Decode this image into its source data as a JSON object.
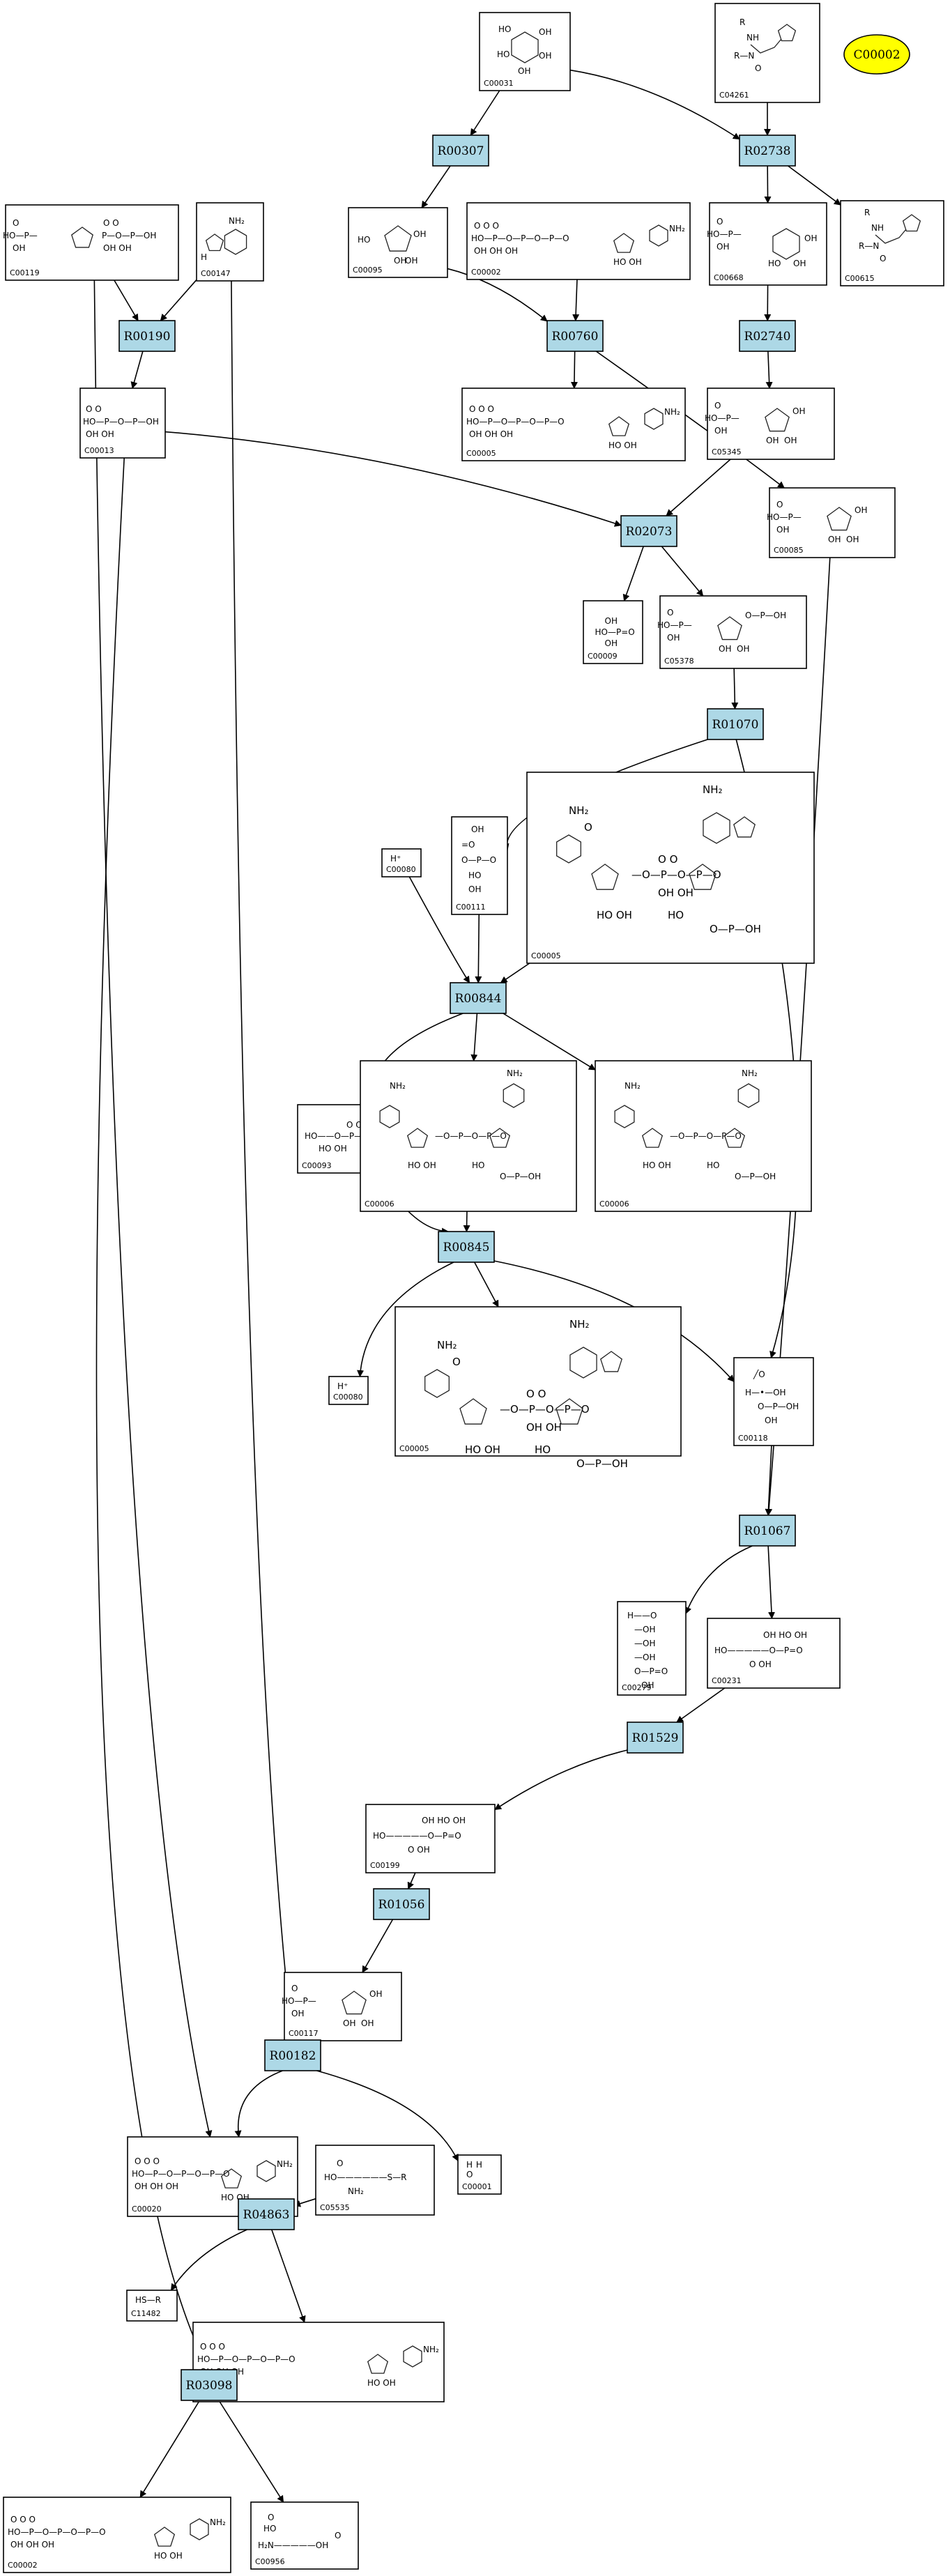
{
  "legend": {
    "label": "C00002",
    "color": "#ffff00"
  },
  "colors": {
    "reaction_fill": "#add8e6",
    "compound_fill": "#ffffff",
    "stroke": "#000000"
  },
  "reactions": [
    {
      "id": "R00307"
    },
    {
      "id": "R02738"
    },
    {
      "id": "R00190"
    },
    {
      "id": "R00760"
    },
    {
      "id": "R02740"
    },
    {
      "id": "R02073"
    },
    {
      "id": "R01070"
    },
    {
      "id": "R00844"
    },
    {
      "id": "R00845"
    },
    {
      "id": "R01067"
    },
    {
      "id": "R01529"
    },
    {
      "id": "R01056"
    },
    {
      "id": "R00182"
    },
    {
      "id": "R04863"
    },
    {
      "id": "R03098"
    }
  ],
  "compounds": [
    {
      "id": "C00031",
      "mol": "hexose"
    },
    {
      "id": "C04261",
      "mol": "peptide"
    },
    {
      "id": "C00119",
      "mol": "prpp"
    },
    {
      "id": "C00147",
      "mol": "adenine"
    },
    {
      "id": "C00095",
      "mol": "furanose"
    },
    {
      "id": "C00002",
      "mol": "atp"
    },
    {
      "id": "C00668",
      "mol": "hexose-p"
    },
    {
      "id": "C00615",
      "mol": "peptide"
    },
    {
      "id": "C00005",
      "mol": "nucleotide"
    },
    {
      "id": "C00013",
      "mol": "ppi"
    },
    {
      "id": "C05345",
      "mol": "furanose-p"
    },
    {
      "id": "C00085",
      "mol": "furanose-p"
    },
    {
      "id": "C00009",
      "mol": "pi"
    },
    {
      "id": "C05378",
      "mol": "bisphosphate"
    },
    {
      "id": "C00080",
      "text": "H⁺"
    },
    {
      "id": "C00111",
      "mol": "dhap"
    },
    {
      "id": "C00005",
      "mol": "nadph"
    },
    {
      "id": "C00093",
      "mol": "glycerol-p"
    },
    {
      "id": "C00006",
      "mol": "nadp"
    },
    {
      "id": "C00006",
      "mol": "nadp"
    },
    {
      "id": "C00080",
      "text": "H⁺"
    },
    {
      "id": "C00005",
      "mol": "nadph"
    },
    {
      "id": "C00118",
      "mol": "gap"
    },
    {
      "id": "C00279",
      "mol": "erythrose-p"
    },
    {
      "id": "C00231",
      "mol": "ketose-p"
    },
    {
      "id": "C00199",
      "mol": "ketose-p"
    },
    {
      "id": "C00117",
      "mol": "furanose-p"
    },
    {
      "id": "C00020",
      "mol": "nucleotide"
    },
    {
      "id": "C05535",
      "mol": "thioester"
    },
    {
      "id": "C00001",
      "text": "H  H\n  O"
    },
    {
      "id": "C11482",
      "text": "HS—R"
    },
    {
      "id": "C05560",
      "mol": "nucleotide"
    },
    {
      "id": "C00002",
      "mol": "atp"
    },
    {
      "id": "C00956",
      "mol": "aminoacid"
    }
  ]
}
